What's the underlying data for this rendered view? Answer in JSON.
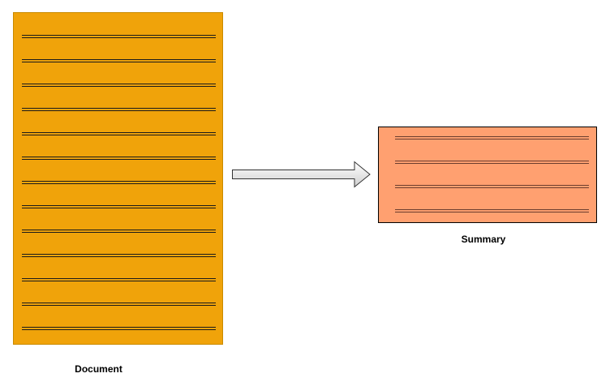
{
  "document": {
    "label": "Document",
    "fill_color": "#f0a30a",
    "text_line_count": 13
  },
  "summary": {
    "label": "Summary",
    "fill_color": "#ffa070",
    "text_line_count": 4
  },
  "arrow": {
    "direction": "right",
    "fill_color": "#d8d8d8"
  }
}
